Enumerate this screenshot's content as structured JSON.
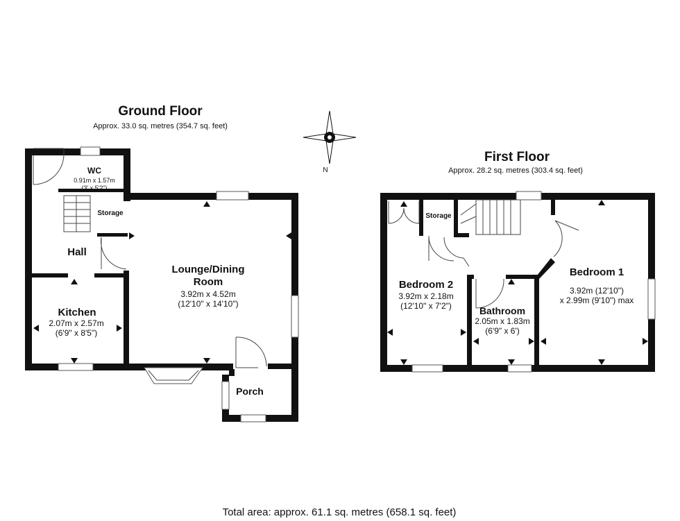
{
  "ground_floor": {
    "title": "Ground Floor",
    "area": "Approx. 33.0 sq. metres (354.7 sq. feet)",
    "rooms": {
      "wc": {
        "name": "WC",
        "dim_m": "0.91m x 1.57m",
        "dim_ft": "(3' x 5'2\")"
      },
      "storage": {
        "name": "Storage"
      },
      "hall": {
        "name": "Hall"
      },
      "kitchen": {
        "name": "Kitchen",
        "dim_m": "2.07m x 2.57m",
        "dim_ft": "(6'9\" x 8'5\")"
      },
      "lounge": {
        "name_line1": "Lounge/Dining",
        "name_line2": "Room",
        "dim_m": "3.92m x 4.52m",
        "dim_ft": "(12'10\" x 14'10\")"
      },
      "porch": {
        "name": "Porch"
      }
    }
  },
  "first_floor": {
    "title": "First Floor",
    "area": "Approx. 28.2 sq. metres (303.4 sq. feet)",
    "rooms": {
      "storage": {
        "name": "Storage"
      },
      "bedroom2": {
        "name": "Bedroom 2",
        "dim_m": "3.92m x 2.18m",
        "dim_ft": "(12'10\" x 7'2\")"
      },
      "bathroom": {
        "name": "Bathroom",
        "dim_m": "2.05m x 1.83m",
        "dim_ft": "(6'9\" x 6')"
      },
      "bedroom1": {
        "name": "Bedroom 1",
        "dim_line1": "3.92m (12'10\")",
        "dim_line2": "x 2.99m (9'10\") max"
      }
    }
  },
  "compass": {
    "label": "N",
    "icon": "compass-rose-icon"
  },
  "total_area": "Total area: approx. 61.1 sq. metres (658.1 sq. feet)",
  "colors": {
    "walls": "#111111",
    "background": "#ffffff"
  }
}
